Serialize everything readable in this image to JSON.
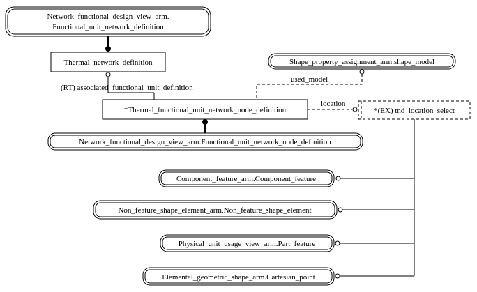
{
  "entities": {
    "top_ref_line1": "Network_functional_design_view_arm.",
    "top_ref_line2": "Functional_unit_network_definition",
    "thermal_network_definition": "Thermal_network_definition",
    "shape_model_ref": "Shape_property_assignment_arm.shape_model",
    "thermal_node_definition": "*Thermal_functional_unit_network_node_definition",
    "tnd_location_select": "*(EX) tnd_location_select",
    "node_definition_ref": "Network_functional_design_view_arm.Functional_unit_network_node_definition",
    "component_feature": "Component_feature_arm.Component_feature",
    "non_feature_shape_element": "Non_feature_shape_element_arm.Non_feature_shape_element",
    "part_feature": "Physical_unit_usage_view_arm.Part_feature",
    "cartesian_point": "Elemental_geometric_shape_arm.Cartesian_point"
  },
  "relationships": {
    "associated": "(RT) associated_functional_unit_definition",
    "used_model": "used_model",
    "location": "location"
  }
}
